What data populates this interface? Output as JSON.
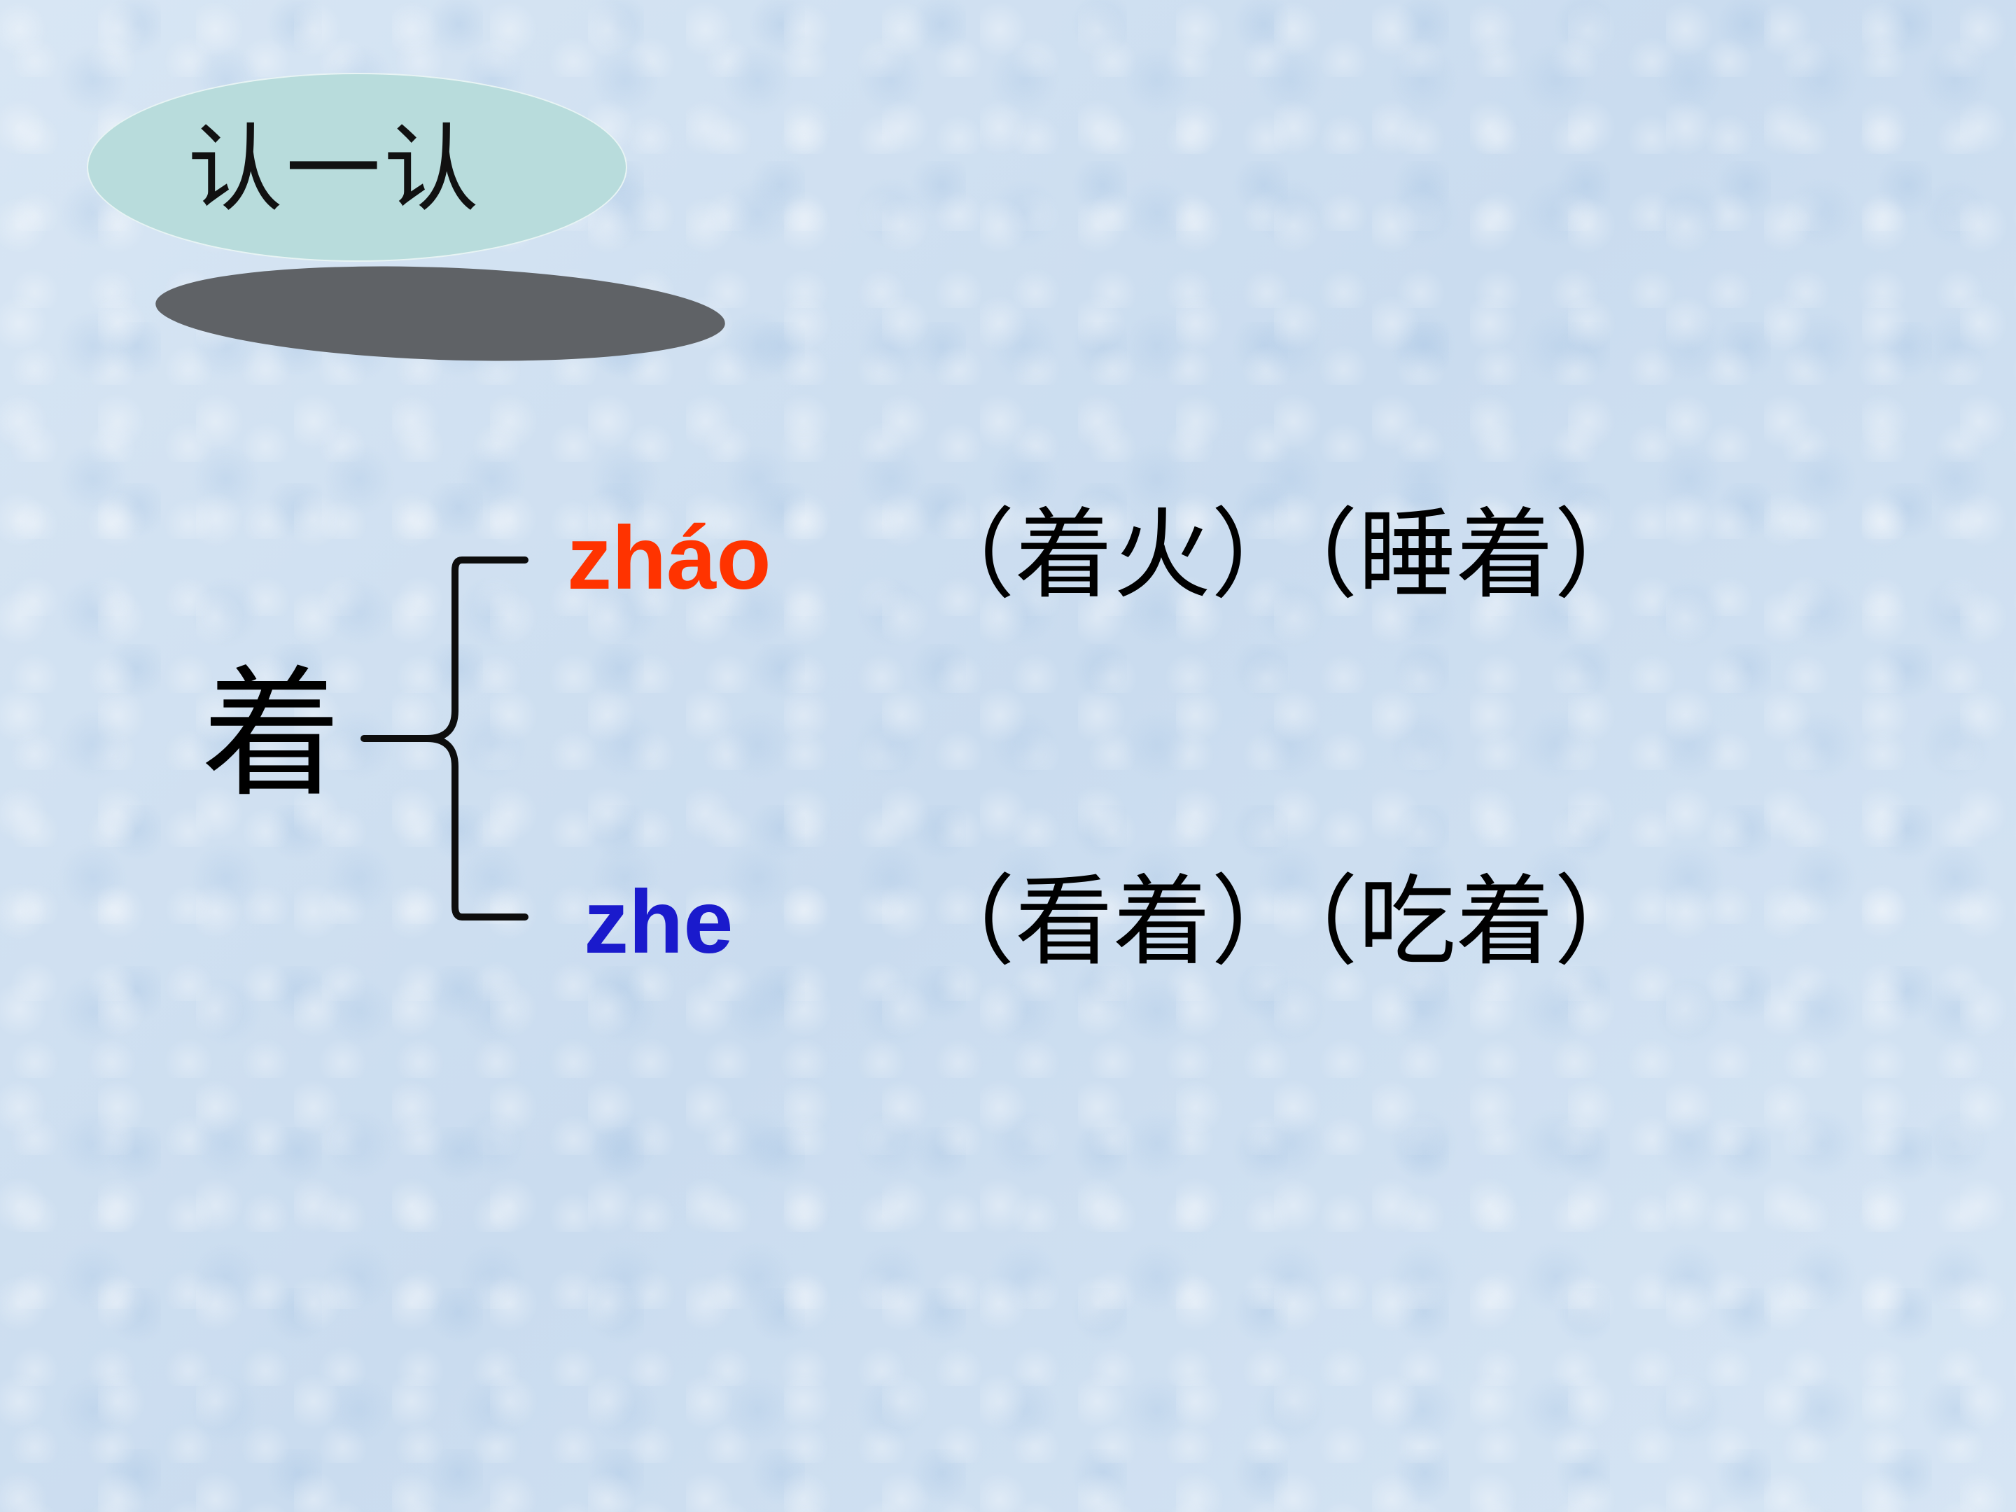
{
  "heading": {
    "text": "认一认",
    "bubble_color": "#b8dcdc",
    "shadow_color": "#5f6266"
  },
  "character": "着",
  "readings": [
    {
      "pinyin": "zháo",
      "color": "#ff3300",
      "words": "（着火）（睡着）"
    },
    {
      "pinyin": "zhe",
      "color": "#1a1acc",
      "words": "（看着）（吃着）"
    }
  ]
}
